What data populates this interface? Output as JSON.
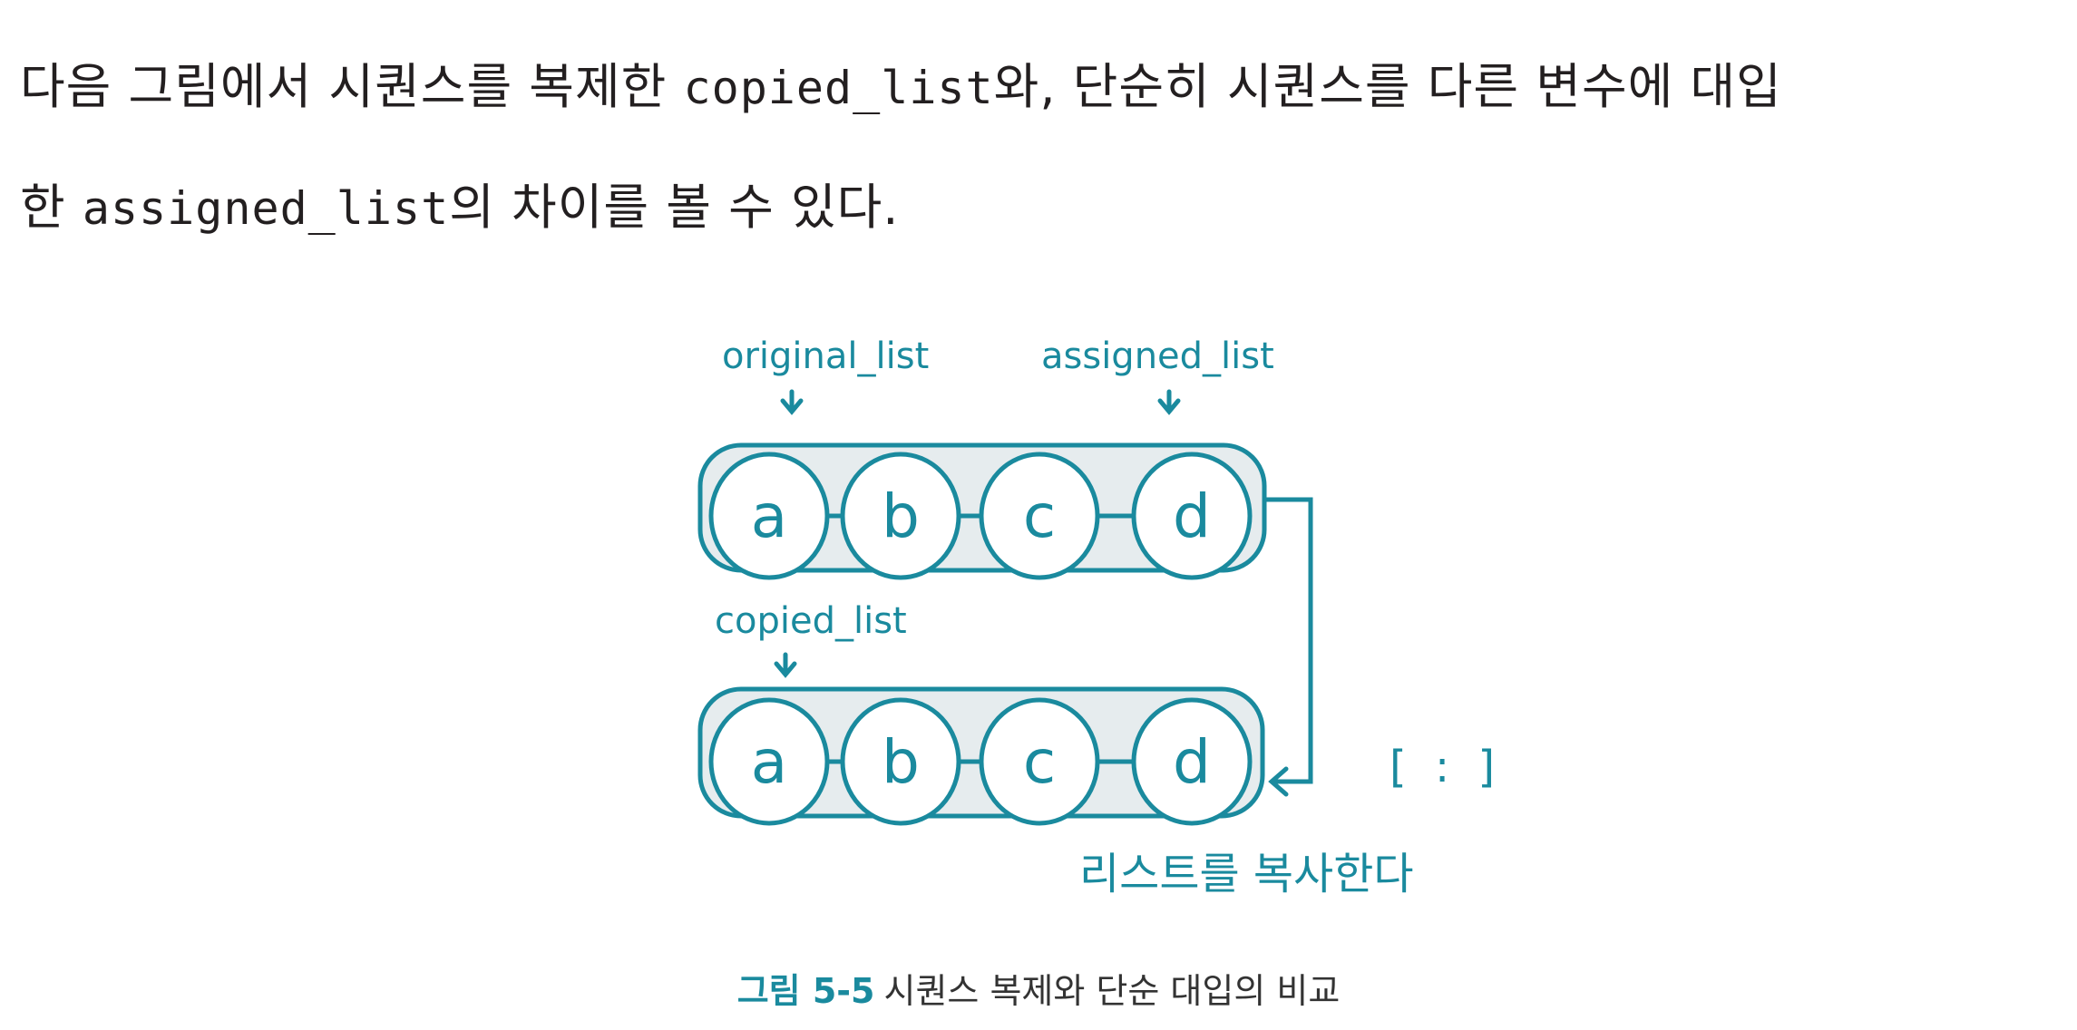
{
  "paragraph": {
    "line1_a": "다음 그림에서 시퀀스를 복제한 ",
    "line1_code": "copied_list",
    "line1_b": "와, 단순히 시퀀스를 다른 변수에 대입",
    "line2_a": "한 ",
    "line2_code": "assigned_list",
    "line2_b": "의 차이를 볼 수 있다."
  },
  "figure": {
    "labels": {
      "original": "original_list",
      "assigned": "assigned_list",
      "copied": "copied_list"
    },
    "top_list": [
      "a",
      "b",
      "c",
      "d"
    ],
    "bottom_list": [
      "a",
      "b",
      "c",
      "d"
    ],
    "slice_label": "[ : ]",
    "copy_note": "리스트를 복사한다",
    "colors": {
      "accent": "#1a8a9e",
      "pill_fill": "#e6ecee"
    }
  },
  "caption": {
    "number": "그림 5-5",
    "text": "시퀀스 복제와 단순 대입의 비교"
  }
}
